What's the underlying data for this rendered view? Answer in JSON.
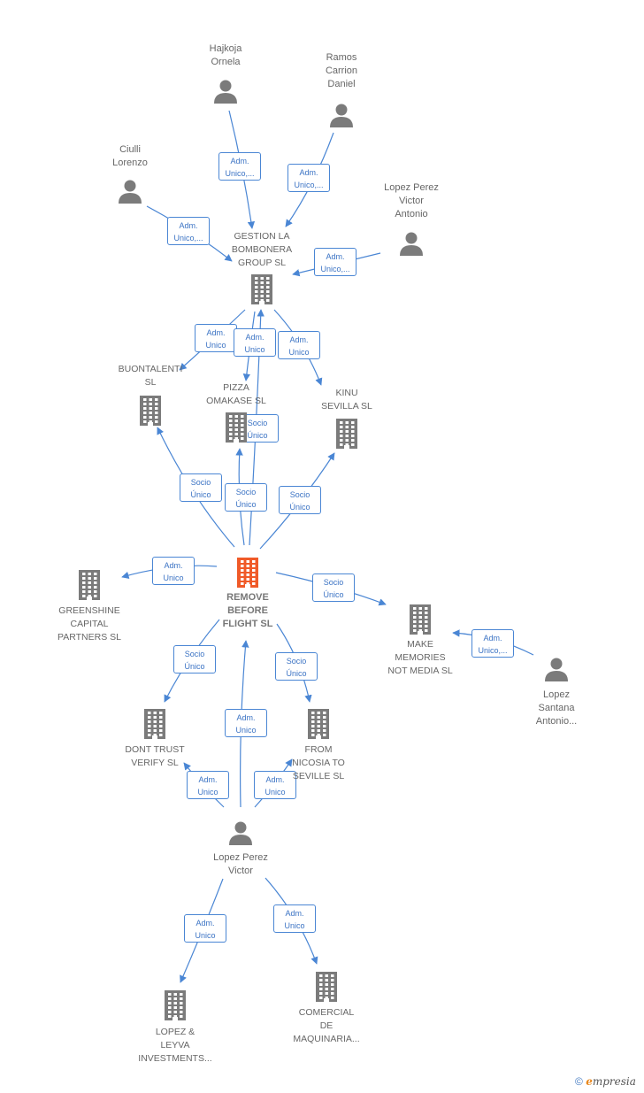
{
  "colors": {
    "edge": "#4a86d4",
    "node_gray": "#7b7b7b",
    "focus": "#f05a28"
  },
  "nodes": {
    "hajkoja": {
      "label": [
        "Hajkoja",
        "Ornela"
      ],
      "kind": "person"
    },
    "ramos": {
      "label": [
        "Ramos",
        "Carrion",
        "Daniel"
      ],
      "kind": "person"
    },
    "ciulli": {
      "label": [
        "Ciulli",
        "Lorenzo"
      ],
      "kind": "person"
    },
    "lopez_victor_antonio": {
      "label": [
        "Lopez Perez",
        "Victor",
        "Antonio"
      ],
      "kind": "person"
    },
    "gestion": {
      "label": [
        "GESTION LA",
        "BOMBONERA",
        "GROUP  SL"
      ],
      "kind": "company"
    },
    "buontalenti": {
      "label": [
        "BUONTALENTI",
        "SL"
      ],
      "kind": "company"
    },
    "pizza": {
      "label": [
        "PIZZA",
        "OMAKASE  SL"
      ],
      "kind": "company"
    },
    "kinu": {
      "label": [
        "KINU",
        "SEVILLA  SL"
      ],
      "kind": "company"
    },
    "greenshine": {
      "label": [
        "GREENSHINE",
        "CAPITAL",
        "PARTNERS  SL"
      ],
      "kind": "company"
    },
    "remove": {
      "label": [
        "REMOVE",
        "BEFORE",
        "FLIGHT  SL"
      ],
      "kind": "focus"
    },
    "make": {
      "label": [
        "MAKE",
        "MEMORIES",
        "NOT MEDIA  SL"
      ],
      "kind": "company"
    },
    "lopez_santana": {
      "label": [
        "Lopez",
        "Santana",
        "Antonio..."
      ],
      "kind": "person"
    },
    "dont": {
      "label": [
        "DONT TRUST",
        "VERIFY  SL"
      ],
      "kind": "company"
    },
    "from": {
      "label": [
        "FROM",
        "NICOSIA TO",
        "SEVILLE  SL"
      ],
      "kind": "company"
    },
    "lopez_victor": {
      "label": [
        "Lopez Perez",
        "Victor"
      ],
      "kind": "person"
    },
    "lopez_leyva": {
      "label": [
        "LOPEZ &",
        "LEYVA",
        "INVESTMENTS..."
      ],
      "kind": "company"
    },
    "comercial": {
      "label": [
        "COMERCIAL",
        "DE",
        "MAQUINARIA..."
      ],
      "kind": "company"
    }
  },
  "edges": [
    {
      "badge": [
        "Adm.",
        "Unico,..."
      ]
    },
    {
      "badge": [
        "Adm.",
        "Unico,..."
      ]
    },
    {
      "badge": [
        "Adm.",
        "Unico,..."
      ]
    },
    {
      "badge": [
        "Adm.",
        "Unico,..."
      ]
    },
    {
      "badge": [
        "Adm.",
        "Unico"
      ]
    },
    {
      "badge": [
        "Adm.",
        "Unico"
      ]
    },
    {
      "badge": [
        "Adm.",
        "Unico"
      ]
    },
    {
      "badge": [
        "Socio",
        "Único"
      ]
    },
    {
      "badge": [
        "Socio",
        "Único"
      ]
    },
    {
      "badge": [
        "Socio",
        "Único"
      ]
    },
    {
      "badge": [
        "Socio",
        "Único"
      ]
    },
    {
      "badge": [
        "Adm.",
        "Unico"
      ]
    },
    {
      "badge": [
        "Socio",
        "Único"
      ]
    },
    {
      "badge": [
        "Adm.",
        "Unico,..."
      ]
    },
    {
      "badge": [
        "Socio",
        "Único"
      ]
    },
    {
      "badge": [
        "Socio",
        "Único"
      ]
    },
    {
      "badge": [
        "Adm.",
        "Unico"
      ]
    },
    {
      "badge": [
        "Adm.",
        "Unico"
      ]
    },
    {
      "badge": [
        "Adm.",
        "Unico"
      ]
    },
    {
      "badge": [
        "Adm.",
        "Unico"
      ]
    },
    {
      "badge": [
        "Adm.",
        "Unico"
      ]
    }
  ],
  "footer": {
    "copyright": "©",
    "brand_initial": "e",
    "brand_rest": "mpresia"
  }
}
